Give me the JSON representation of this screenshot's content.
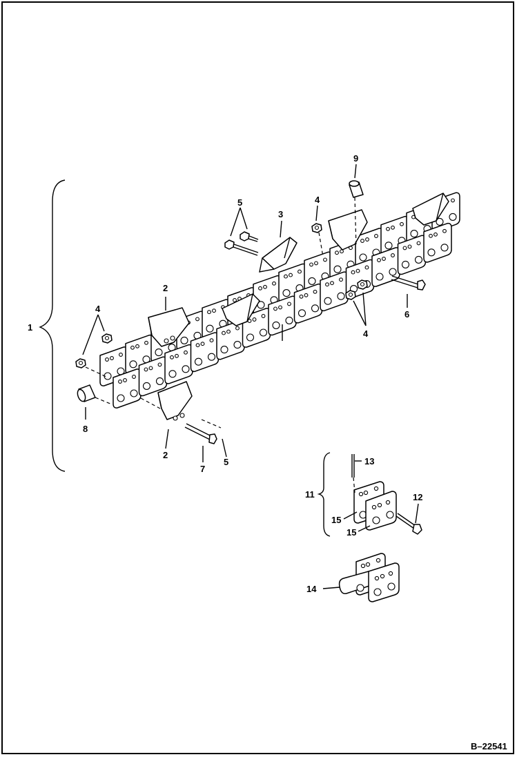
{
  "diagram": {
    "reference_number": "B–22541",
    "callouts": {
      "c1": "1",
      "c2a": "2",
      "c2b": "2",
      "c3": "3",
      "c4a": "4",
      "c4b": "4",
      "c4c": "4",
      "c5a": "5",
      "c5b": "5",
      "c6": "6",
      "c7": "7",
      "c8": "8",
      "c9": "9",
      "c11": "11",
      "c12": "12",
      "c13": "13",
      "c14": "14",
      "c15a": "15",
      "c15b": "15"
    }
  }
}
